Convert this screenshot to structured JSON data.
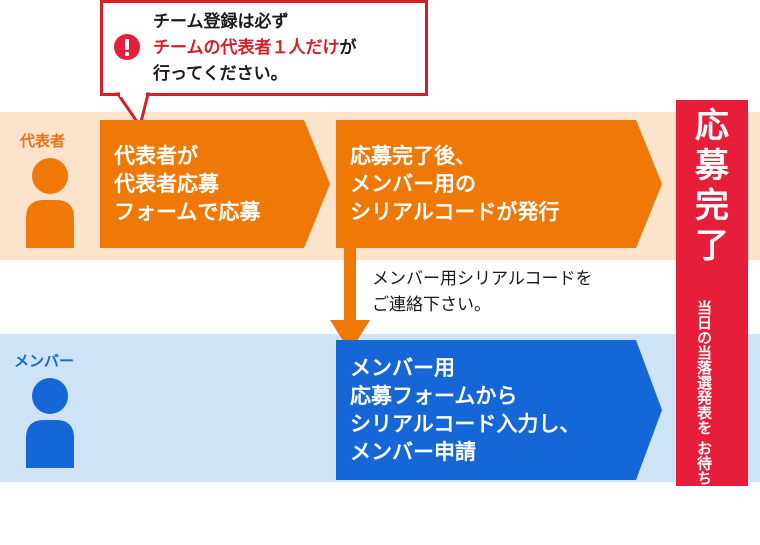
{
  "colors": {
    "representative_band": "#fde3cc",
    "member_band": "#cfe3f7",
    "orange_box": "#f07806",
    "blue_box": "#1566d6",
    "complete_red": "#e61e3a",
    "note_border": "#d4202a"
  },
  "note": {
    "icon": "exclamation-icon",
    "line1": "チーム登録は必ず",
    "line2_highlight": "チームの代表者１人だけ",
    "line2_rest": "が",
    "line3": "行ってください。"
  },
  "representative": {
    "label": "代表者",
    "icon": "person-icon",
    "step1": [
      "代表者が",
      "代表者応募",
      "フォームで応募"
    ],
    "step2": [
      "応募完了後、",
      "メンバー用の",
      "シリアルコードが発行"
    ]
  },
  "contact_note": [
    "メンバー用シリアルコードを",
    "ご連絡下さい。"
  ],
  "member": {
    "label": "メンバー",
    "icon": "person-icon",
    "step": [
      "メンバー用",
      "応募フォームから",
      "シリアルコード入力し、",
      "メンバー申請"
    ]
  },
  "complete": {
    "title": [
      "応",
      "募",
      "完",
      "了"
    ],
    "subtitle": [
      "当日の当落選発表を",
      "お待ち下さい。"
    ]
  }
}
